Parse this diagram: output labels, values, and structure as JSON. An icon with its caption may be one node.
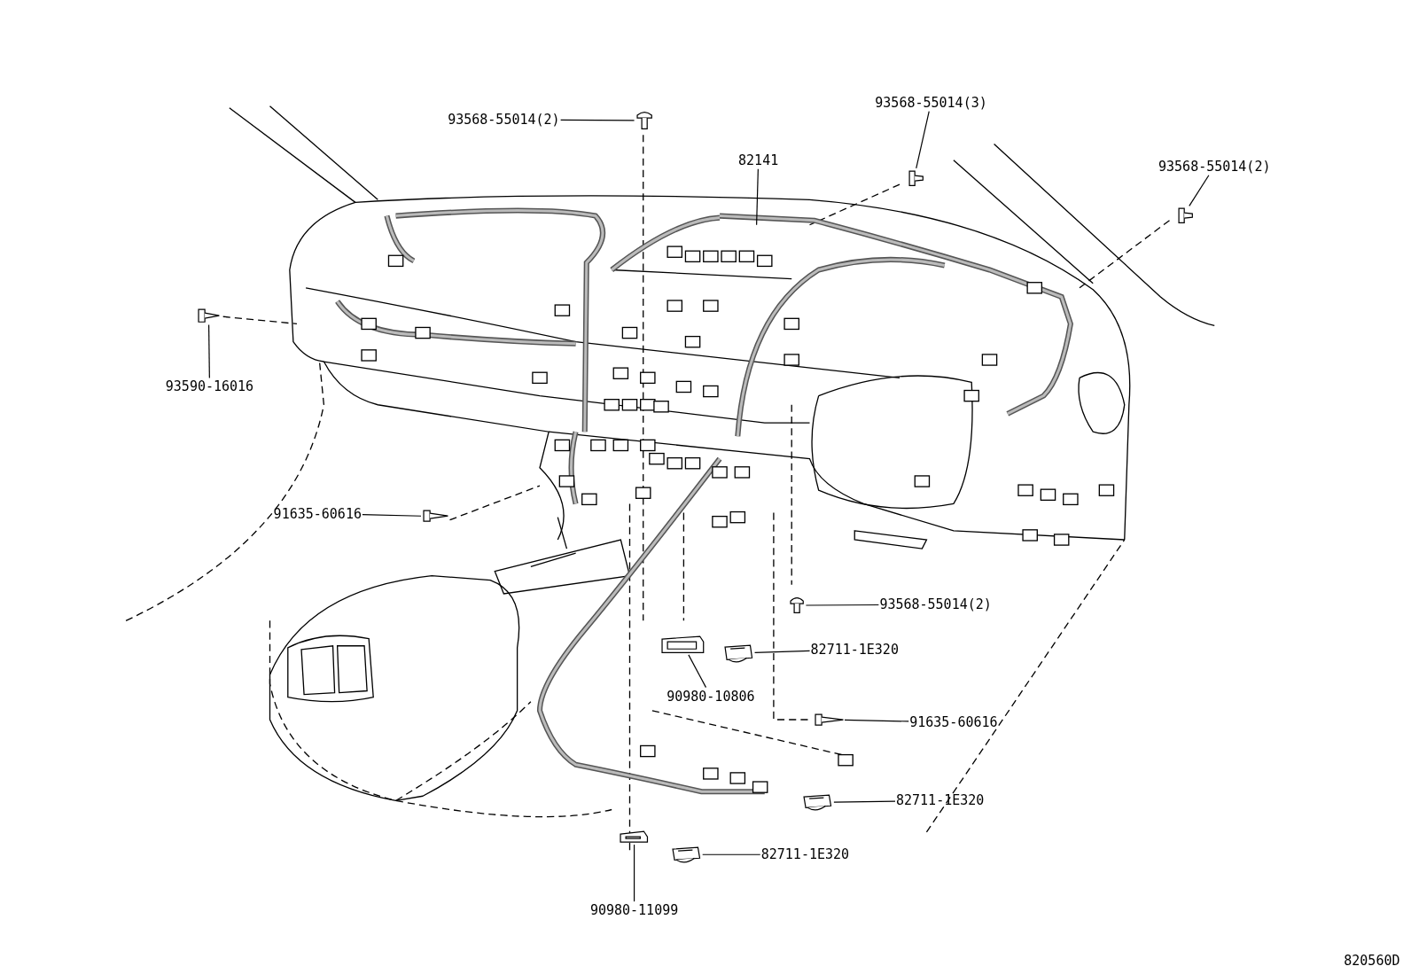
{
  "diagram": {
    "nodes": [
      {
        "text": [
          "93568-55014(2)"
        ]
      },
      {
        "text": [],
        "shape": "picture"
      },
      {
        "text": [
          "82141"
        ]
      },
      {
        "text": [
          "93568-55014(3)"
        ]
      },
      {
        "text": [],
        "shape": "picture"
      },
      {
        "text": [
          "93568-55014(2)"
        ]
      },
      {
        "text": [],
        "shape": "picture"
      },
      {
        "text": [
          "93590-16016"
        ]
      },
      {
        "text": [],
        "shape": "picture"
      },
      {
        "text": [
          "91635-60616"
        ]
      },
      {
        "text": [],
        "shape": "picture"
      },
      {
        "text": [
          "93568-55014(2)"
        ]
      },
      {
        "text": [],
        "shape": "picture"
      },
      {
        "text": [
          "82711-1E320"
        ]
      },
      {
        "text": [],
        "shape": "picture"
      },
      {
        "text": [
          "90980-10806"
        ]
      },
      {
        "text": [],
        "shape": "picture"
      },
      {
        "text": [
          "91635-60616"
        ]
      },
      {
        "text": [],
        "shape": "picture"
      },
      {
        "text": [
          "82711-1E320"
        ]
      },
      {
        "text": [],
        "shape": "picture"
      },
      {
        "text": [
          "82711-1E320"
        ]
      },
      {
        "text": [],
        "shape": "picture"
      },
      {
        "text": [
          "90980-11099"
        ]
      },
      {
        "text": [],
        "shape": "picture"
      }
    ],
    "edges": [
      {
        "from": 0,
        "to": 1,
        "arrow": "none"
      },
      {
        "from": 2,
        "to": null,
        "arrow": "none"
      },
      {
        "from": 3,
        "to": 4,
        "arrow": "none"
      },
      {
        "from": 5,
        "to": 6,
        "arrow": "none"
      },
      {
        "from": 7,
        "to": 8,
        "arrow": "none"
      },
      {
        "from": 9,
        "to": 10,
        "arrow": "none"
      },
      {
        "from": 11,
        "to": 12,
        "arrow": "none"
      },
      {
        "from": 13,
        "to": 14,
        "arrow": "none"
      },
      {
        "from": 15,
        "to": 16,
        "arrow": "none"
      },
      {
        "from": 17,
        "to": 18,
        "arrow": "none"
      },
      {
        "from": 19,
        "to": 20,
        "arrow": "none"
      },
      {
        "from": 21,
        "to": 22,
        "arrow": "none"
      },
      {
        "from": 23,
        "to": 24,
        "arrow": "none"
      }
    ],
    "labels": [
      "820560D"
    ]
  }
}
